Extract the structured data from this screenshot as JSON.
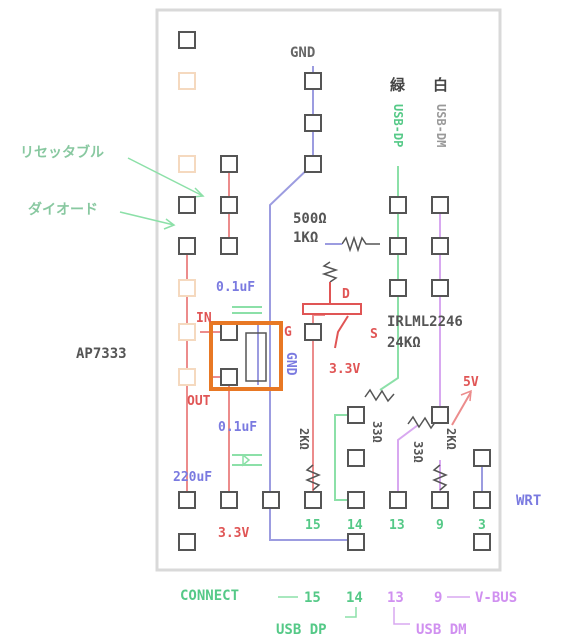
{
  "colors": {
    "board_bg": "#ffffff",
    "board_border": "#d9d9d9",
    "pad": "#555555",
    "pad_faded": "#f5d9bf",
    "gnd_wire": "#9c9ce0",
    "red_wire": "#ec8c8c",
    "green_wire": "#8ce0a8",
    "pink_wire": "#d8a8f0",
    "text_gray": "#666666",
    "text_red": "#e05555",
    "text_green": "#55c987",
    "text_blue": "#7a7ae0",
    "text_pink": "#d090f0",
    "highlight": "#e87824"
  },
  "labels": {
    "gnd_top": "GND",
    "green_char": "緑",
    "white_char": "白",
    "usb_dp_vertical": "USB-DP",
    "usb_dm_vertical": "USB-DM",
    "reset_switch": "リセッタブル",
    "diode": "ダイオード",
    "r500": "500Ω",
    "r1k": "1KΩ",
    "cap_top": "0.1uF",
    "pin_in": "IN",
    "pin_d": "D",
    "pin_g": "G",
    "pin_s": "S",
    "regulator": "AP7333",
    "gnd_mid": "GND",
    "mosfet": "IRLML2246",
    "r24k": "24KΩ",
    "v33_mid": "3.3V",
    "pin_out": "OUT",
    "cap_bottom": "0.1uF",
    "r2k_left": "2KΩ",
    "r33_a": "33Ω",
    "r33_b": "33Ω",
    "r2k_right": "2KΩ",
    "v5": "5V",
    "cap_220": "220uF",
    "v33_bottom": "3.3V",
    "pin15": "15",
    "pin14": "14",
    "pin13": "13",
    "pin9": "9",
    "pin3": "3",
    "wrt": "WRT"
  },
  "legend": {
    "connect": "CONNECT",
    "n15": "15",
    "n14": "14",
    "n13": "13",
    "n9": "9",
    "vbus": "V-BUS",
    "usb_dp": "USB DP",
    "usb_dm": "USB DM"
  }
}
